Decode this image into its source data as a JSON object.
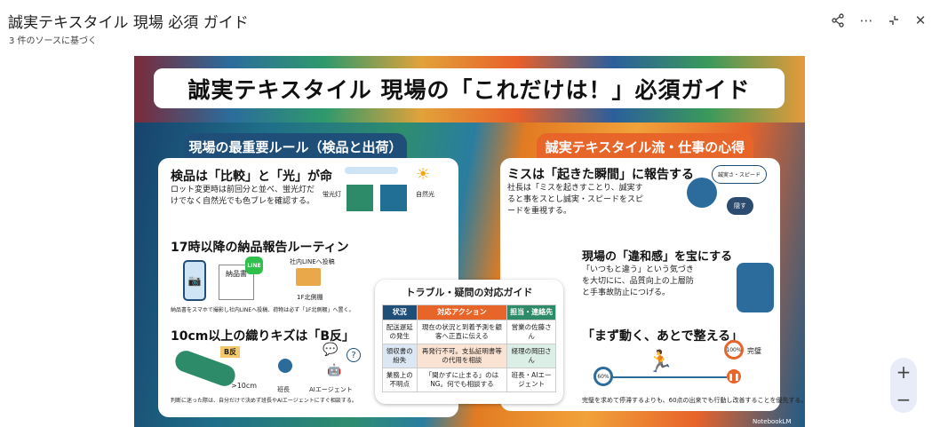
{
  "header": {
    "title": "誠実テキスタイル 現場 必須 ガイド",
    "subtitle": "3 件のソースに基づく"
  },
  "toolbar": {
    "share": "share-icon",
    "more": "more-icon",
    "collapse": "collapse-icon",
    "close": "close-icon"
  },
  "zoom": {
    "in": "+",
    "out": "−"
  },
  "infographic": {
    "title": "誠実テキスタイル 現場の「これだけは！」必須ガイド",
    "left": {
      "header": "現場の最重要ルール（検品と出荷）",
      "s1": {
        "title": "検品は「比較」と「光」が命",
        "body": "ロット変更時は前回分と並べ、蛍光灯だけでなく自然光でも色ブレを確認する。",
        "label_fluor": "蛍光灯",
        "label_natural": "自然光"
      },
      "s2": {
        "title": "17時以降の納品報告ルーティン",
        "doc": "納品書",
        "line": "LINE",
        "post": "社内LINEへ投稿",
        "shelf": "1F北側棚",
        "body": "納品書をスマホで撮影し社内LINEへ投稿、荷物は必ず「1F北側棚」へ置く。"
      },
      "s3": {
        "title": "10cm以上の織りキズは「B反」",
        "tag": "B反",
        "measure": ">10cm",
        "leader": "班長",
        "ai": "AIエージェント",
        "body": "判断に迷った際は、自分だけで決めず班長やAIエージェントにすぐ相談する。"
      }
    },
    "table": {
      "title": "トラブル・疑問の対応ガイド",
      "headers": [
        "状況",
        "対応アクション",
        "担当・連絡先"
      ],
      "rows": [
        [
          "配送遅延の発生",
          "現在の状況と到着予測を顧客へ正直に伝える",
          "営業の佐藤さん"
        ],
        [
          "領収書の紛失",
          "再発行不可。支払証明書等の代用を相談",
          "経理の岡田さん"
        ],
        [
          "業務上の不明点",
          "「聞かずに止まる」のはNG。何でも相談する",
          "班長・AIエージェント"
        ]
      ]
    },
    "right": {
      "header": "誠実テキスタイル流・仕事の心得",
      "s1": {
        "title": "ミスは「起きた瞬間」に報告する",
        "body": "社長は「ミスを起きすことり、誠実すると事をスとし誠実・スピードをスピードを重視する。",
        "bubble": "誠実さ・スピード",
        "hide": "隠す"
      },
      "s2": {
        "title": "現場の「違和感」を宝にする",
        "body": "「いつもと違う」という気づきを大切にに、品質向上の上層防と手事故防止につげる。"
      },
      "s3": {
        "title": "「まず動く、あとで整える」",
        "p60": "60%",
        "p100": "100%",
        "perfect": "完璧",
        "body": "完璧を求めて停滞するよりも、60点の出来でも行動し改善することを優先する。"
      }
    },
    "watermark": "NotebookLM"
  },
  "colors": {
    "navy": "#1f4e79",
    "orange": "#e8652a",
    "green": "#2e8b6a"
  }
}
